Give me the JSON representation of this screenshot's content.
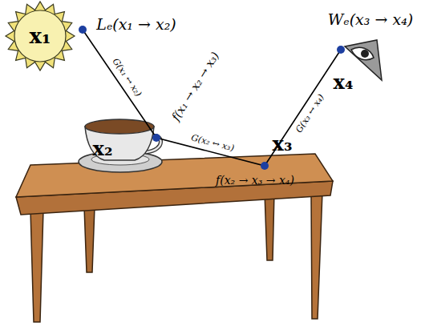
{
  "diagram": {
    "nodes": [
      {
        "text": [
          "x₁"
        ]
      }
    ],
    "labels": [
      "Lₑ(x₁ → x₂)",
      "Wₑ(x₃ → x₄)",
      "G(x₁ ↔ x₂)",
      "f(x₁ → x₂ → x₃)",
      "x₄",
      "G(x₃ ↔ x₄)",
      "G(x₂ ↔ x₃)",
      "x₂",
      "x₃",
      "f(x₂ → x₃ → x₄)"
    ]
  }
}
